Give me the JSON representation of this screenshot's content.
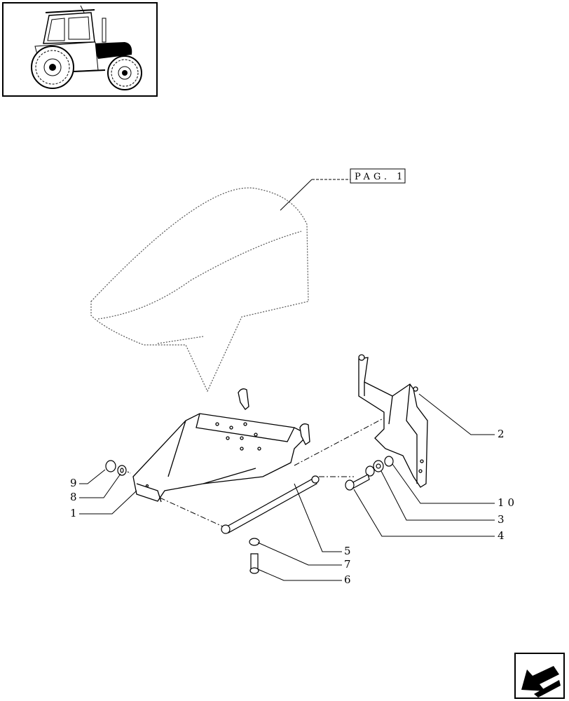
{
  "page_ref": "PAG. 1",
  "callouts": {
    "c1": "1",
    "c2": "2",
    "c3": "3",
    "c4": "4",
    "c5": "5",
    "c6": "6",
    "c7": "7",
    "c8": "8",
    "c9": "9",
    "c10": "10"
  },
  "icons": {
    "thumbnail": "tractor-thumbnail",
    "navigation": "back-arrow-icon"
  }
}
